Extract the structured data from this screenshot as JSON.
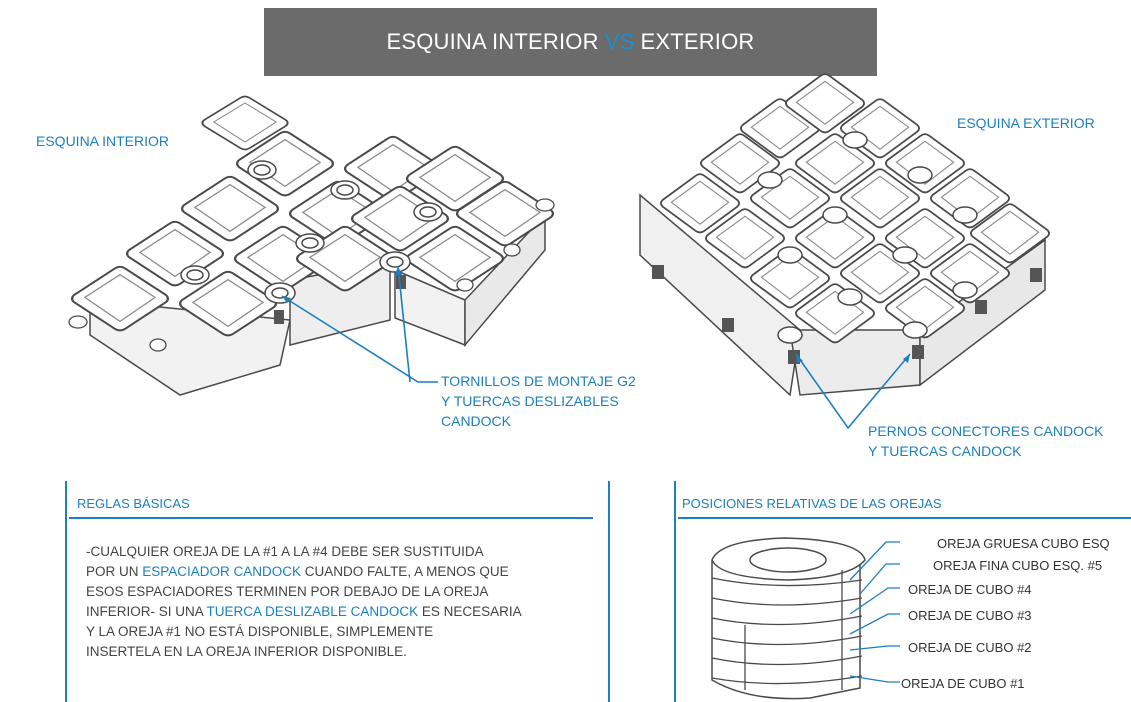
{
  "banner": {
    "title_part1": "ESQUINA INTERIOR",
    "title_vs": "VS",
    "title_part2": "EXTERIOR",
    "background": "#6b6b6b",
    "vs_color": "#1d8fd0"
  },
  "labels": {
    "interior_corner": "ESQUINA INTERIOR",
    "exterior_corner": "ESQUINA EXTERIOR",
    "callout_left_line1": "TORNILLOS DE MONTAJE G2",
    "callout_left_line2": "Y TUERCAS DESLIZABLES",
    "callout_left_line3": "CANDOCK",
    "callout_right_line1": "PERNOS CONECTORES CANDOCK",
    "callout_right_line2": "Y TUERCAS CANDOCK"
  },
  "rules_panel": {
    "title": "REGLAS BÁSICAS",
    "t1": "-CUALQUIER OREJA DE LA #1 A LA #4 DEBE SER SUSTITUIDA",
    "t2a": "POR UN ",
    "t2b": "ESPACIADOR CANDOCK",
    "t2c": " CUANDO FALTE, A MENOS QUE",
    "t3": "ESOS ESPACIADORES TERMINEN POR DEBAJO DE LA OREJA",
    "t4a": "INFERIOR- SI UNA ",
    "t4b": "TUERCA DESLIZABLE CANDOCK",
    "t4c": " ES NECESARIA",
    "t5": "Y LA OREJA #1 NO ESTÁ DISPONIBLE, SIMPLEMENTE",
    "t6": "INSERTELA EN LA OREJA INFERIOR DISPONIBLE."
  },
  "ears_panel": {
    "title": "POSICIONES RELATIVAS DE LAS OREJAS",
    "ear_thick": "OREJA GRUESA CUBO ESQ",
    "ear_thin": "OREJA FINA CUBO ESQ. #5",
    "ear4": "OREJA DE CUBO #4",
    "ear3": "OREJA DE CUBO #3",
    "ear2": "OREJA DE CUBO #2",
    "ear1": "OREJA DE CUBO #1"
  },
  "colors": {
    "accent": "#1b7fc2",
    "line": "#4a4a4a"
  }
}
